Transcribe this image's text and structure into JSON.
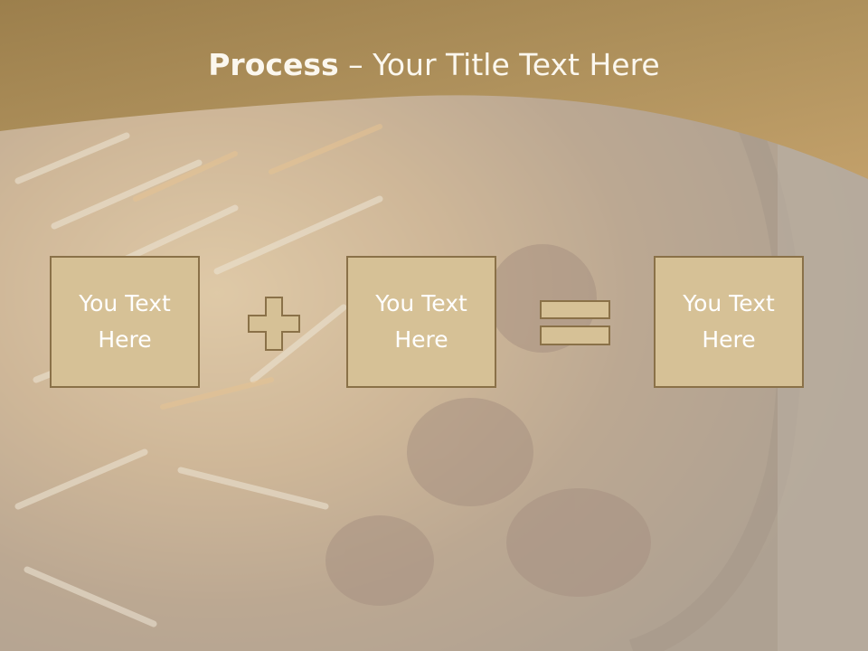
{
  "slide": {
    "title_bold": "Process",
    "title_rest": " – Your Title Text Here",
    "boxes": [
      {
        "text": "You Text Here"
      },
      {
        "text": "You Text Here"
      },
      {
        "text": "You Text Here"
      }
    ],
    "operators": [
      "plus-icon",
      "equals-icon"
    ]
  },
  "colors": {
    "header_band": "#a88a55",
    "box_fill": "#d6c196",
    "box_border": "#8a7148",
    "text": "#ffffff"
  }
}
